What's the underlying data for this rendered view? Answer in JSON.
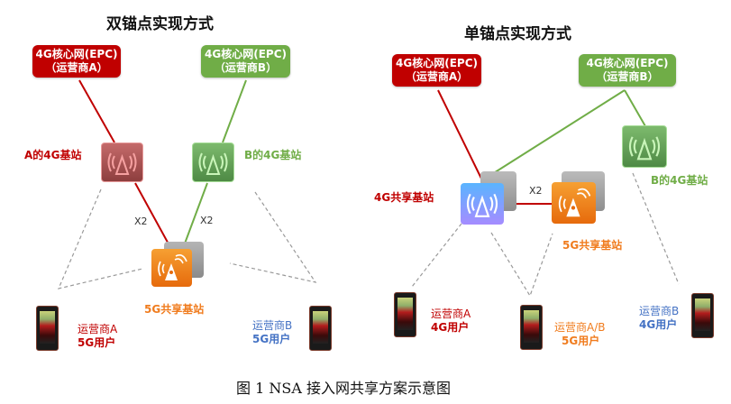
{
  "left_diagram": {
    "title": "双锚点实现方式",
    "core_a": {
      "line1": "4G核心网(EPC)",
      "line2": "（运营商A）"
    },
    "core_b": {
      "line1": "4G核心网(EPC)",
      "line2": "（运营商B）"
    },
    "bs_a_label": "A的4G基站",
    "bs_b_label": "B的4G基站",
    "x2_left": "X2",
    "x2_right": "X2",
    "bs_5g_label": "5G共享基站",
    "user_a": {
      "line1": "运营商A",
      "line2": "5G用户"
    },
    "user_b": {
      "line1": "运营商B",
      "line2": "5G用户"
    }
  },
  "right_diagram": {
    "title": "单锚点实现方式",
    "core_a": {
      "line1": "4G核心网(EPC)",
      "line2": "（运营商A）"
    },
    "core_b": {
      "line1": "4G核心网(EPC)",
      "line2": "（运营商B）"
    },
    "bs_4g_shared_label": "4G共享基站",
    "bs_b_label": "B的4G基站",
    "x2": "X2",
    "bs_5g_label": "5G共享基站",
    "user_a": {
      "line1": "运营商A",
      "line2": "4G用户"
    },
    "user_ab": {
      "line1": "运营商A/B",
      "line2": "5G用户"
    },
    "user_b": {
      "line1": "运营商B",
      "line2": "4G用户"
    }
  },
  "caption": "图 1 NSA 接入网共享方案示意图",
  "colors": {
    "red": "#c00000",
    "green": "#70ad47",
    "orange": "#f07c1e",
    "blue": "#4472c4",
    "dashed": "#999999"
  }
}
